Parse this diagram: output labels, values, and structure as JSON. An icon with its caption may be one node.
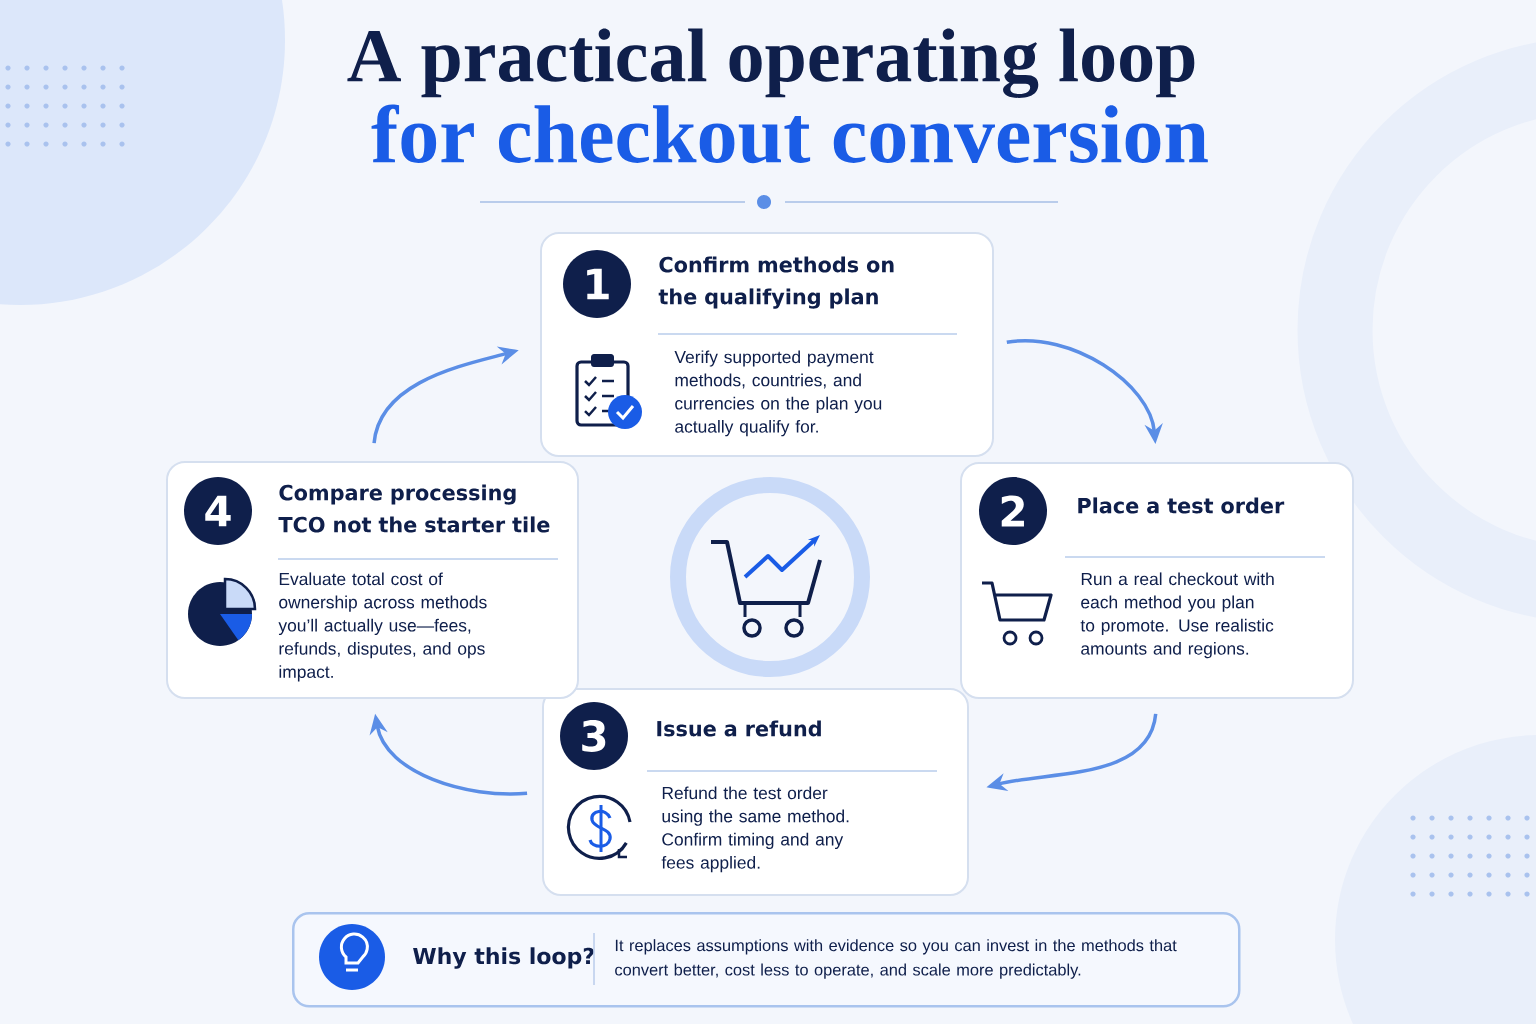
{
  "diagram": {
    "title": "A practical operating loop",
    "nodes": [
      {
        "text": [
          "Confirm methods on the qualifying plan",
          "Verify supported payment methods, countries, and currencies on the plan you actually qualify for."
        ]
      },
      {
        "text": [
          "1"
        ],
        "in": 0
      },
      {
        "text": [
          "Place a test order",
          "Run a real checkout with each method you plan to promote. Use realistic amounts and regions."
        ]
      },
      {
        "text": [
          "2"
        ],
        "in": 2
      },
      {
        "text": [
          "Issue a refund",
          "Refund the test order using the same method. Confirm timing and any fees applied."
        ]
      },
      {
        "text": [
          "3"
        ],
        "in": 4
      },
      {
        "text": [
          "Compare processing TCO not the starter tile",
          "Evaluate total cost of ownership across methods you’ll actually use—fees, refunds, disputes, and ops impact."
        ]
      },
      {
        "text": [
          "4"
        ],
        "in": 6
      },
      {
        "text": [
          "Why this loop?",
          "It replaces assumptions with evidence so you can invest in the methods that convert better, cost less to operate, and scale more predictably."
        ]
      }
    ],
    "edges": [
      {
        "from": 0,
        "to": 2,
        "arrow": "to"
      },
      {
        "from": 2,
        "to": 4,
        "arrow": "to"
      },
      {
        "from": 4,
        "to": 6,
        "arrow": "to"
      },
      {
        "from": 6,
        "to": 0,
        "arrow": "to"
      }
    ],
    "labels": [
      "for checkout conversion"
    ]
  }
}
